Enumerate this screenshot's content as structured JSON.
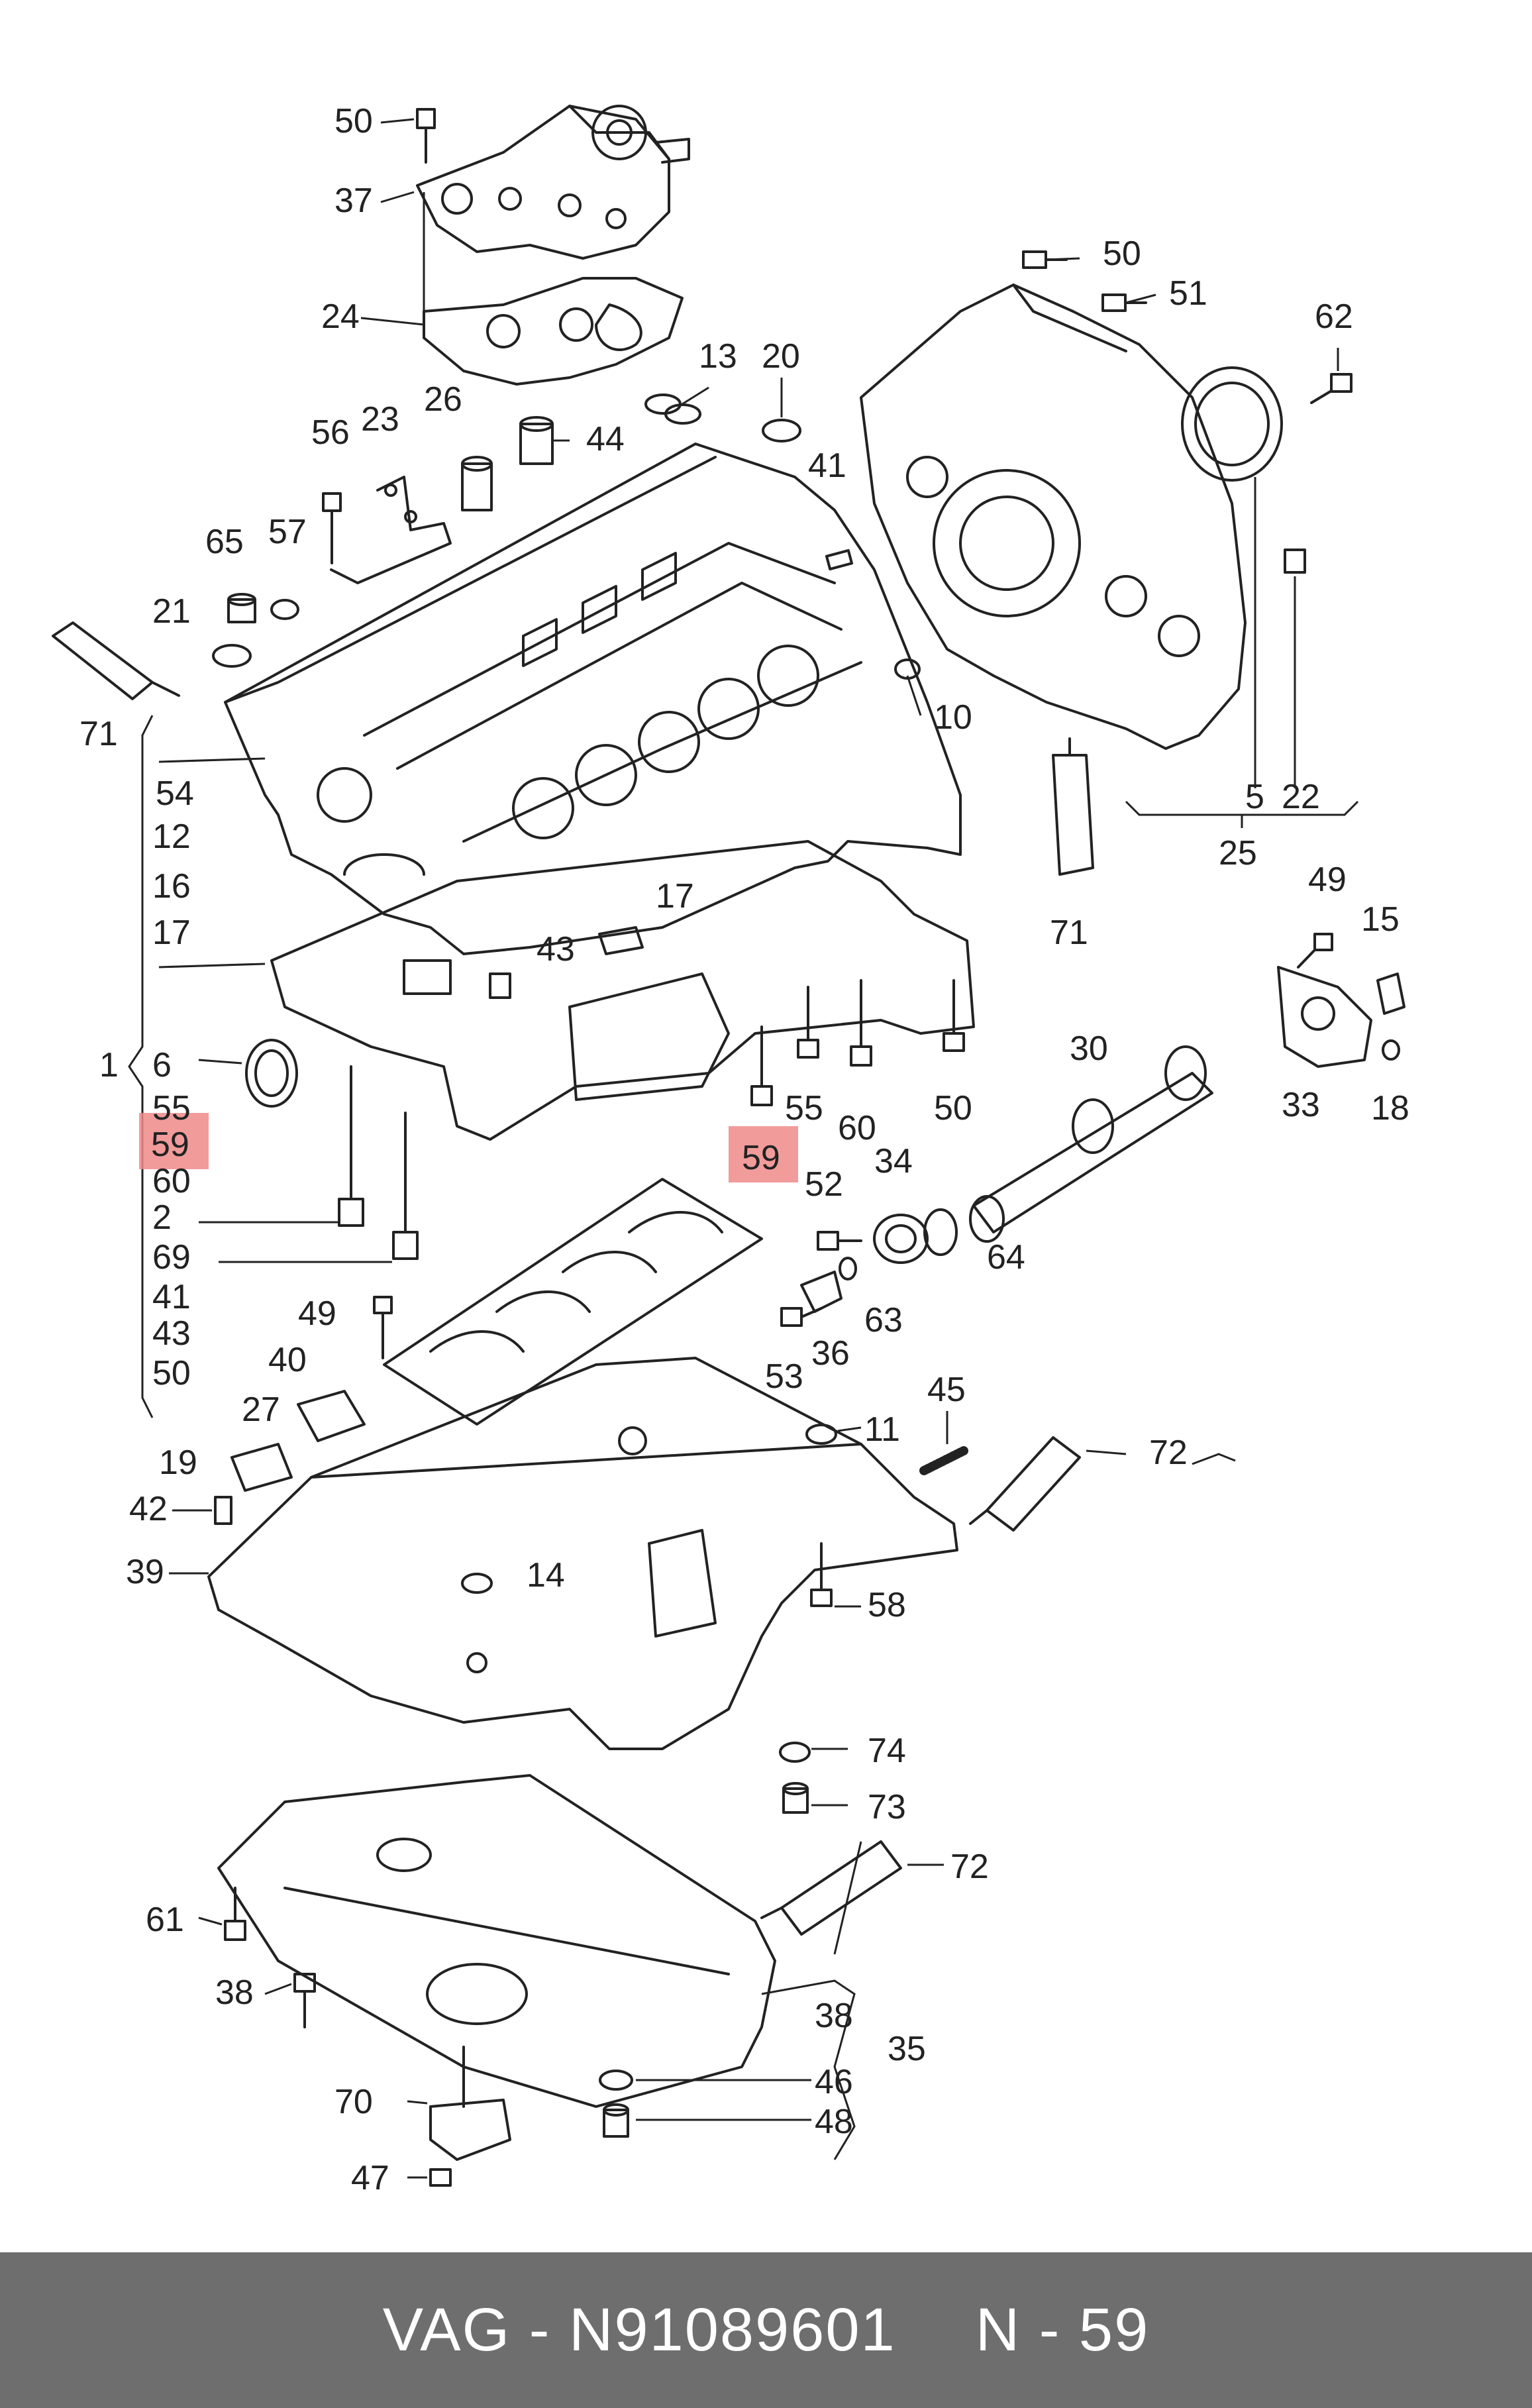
{
  "caption": {
    "brand": "VAG",
    "separator": "-",
    "part_number": "N91089601",
    "ref": "N - 59"
  },
  "highlight_color": "#f08a8a",
  "labels": [
    {
      "id": "l50a",
      "text": "50"
    },
    {
      "id": "l37",
      "text": "37"
    },
    {
      "id": "l24",
      "text": "24"
    },
    {
      "id": "l13",
      "text": "13"
    },
    {
      "id": "l20",
      "text": "20"
    },
    {
      "id": "l26",
      "text": "26"
    },
    {
      "id": "l44",
      "text": "44"
    },
    {
      "id": "l23",
      "text": "23"
    },
    {
      "id": "l56",
      "text": "56"
    },
    {
      "id": "l65",
      "text": "65"
    },
    {
      "id": "l57",
      "text": "57"
    },
    {
      "id": "l21",
      "text": "21"
    },
    {
      "id": "l71a",
      "text": "71"
    },
    {
      "id": "l41a",
      "text": "41"
    },
    {
      "id": "l50b",
      "text": "50"
    },
    {
      "id": "l51",
      "text": "51"
    },
    {
      "id": "l62",
      "text": "62"
    },
    {
      "id": "l10",
      "text": "10"
    },
    {
      "id": "l5",
      "text": "5"
    },
    {
      "id": "l22",
      "text": "22"
    },
    {
      "id": "l25",
      "text": "25"
    },
    {
      "id": "l71b",
      "text": "71"
    },
    {
      "id": "l54",
      "text": "54"
    },
    {
      "id": "l12",
      "text": "12"
    },
    {
      "id": "l16",
      "text": "16"
    },
    {
      "id": "l17a",
      "text": "17"
    },
    {
      "id": "l17b",
      "text": "17"
    },
    {
      "id": "l43a",
      "text": "43"
    },
    {
      "id": "l49a",
      "text": "49"
    },
    {
      "id": "l15",
      "text": "15"
    },
    {
      "id": "l1",
      "text": "1"
    },
    {
      "id": "l6",
      "text": "6"
    },
    {
      "id": "l55a",
      "text": "55"
    },
    {
      "id": "l59a",
      "text": "59"
    },
    {
      "id": "l60a",
      "text": "60"
    },
    {
      "id": "l2",
      "text": "2"
    },
    {
      "id": "l69",
      "text": "69"
    },
    {
      "id": "l41b",
      "text": "41"
    },
    {
      "id": "l43b",
      "text": "43"
    },
    {
      "id": "l50c",
      "text": "50"
    },
    {
      "id": "l55b",
      "text": "55"
    },
    {
      "id": "l60b",
      "text": "60"
    },
    {
      "id": "l50d",
      "text": "50"
    },
    {
      "id": "l59b",
      "text": "59"
    },
    {
      "id": "l30",
      "text": "30"
    },
    {
      "id": "l33",
      "text": "33"
    },
    {
      "id": "l18",
      "text": "18"
    },
    {
      "id": "l52",
      "text": "52"
    },
    {
      "id": "l34",
      "text": "34"
    },
    {
      "id": "l64",
      "text": "64"
    },
    {
      "id": "l63",
      "text": "63"
    },
    {
      "id": "l36",
      "text": "36"
    },
    {
      "id": "l53",
      "text": "53"
    },
    {
      "id": "l49b",
      "text": "49"
    },
    {
      "id": "l40",
      "text": "40"
    },
    {
      "id": "l27",
      "text": "27"
    },
    {
      "id": "l45",
      "text": "45"
    },
    {
      "id": "l11",
      "text": "11"
    },
    {
      "id": "l19",
      "text": "19"
    },
    {
      "id": "l72a",
      "text": "72"
    },
    {
      "id": "l42",
      "text": "42"
    },
    {
      "id": "l39",
      "text": "39"
    },
    {
      "id": "l14",
      "text": "14"
    },
    {
      "id": "l58",
      "text": "58"
    },
    {
      "id": "l74",
      "text": "74"
    },
    {
      "id": "l73",
      "text": "73"
    },
    {
      "id": "l72b",
      "text": "72"
    },
    {
      "id": "l61",
      "text": "61"
    },
    {
      "id": "l38a",
      "text": "38"
    },
    {
      "id": "l38b",
      "text": "38"
    },
    {
      "id": "l35",
      "text": "35"
    },
    {
      "id": "l70",
      "text": "70"
    },
    {
      "id": "l46",
      "text": "46"
    },
    {
      "id": "l47",
      "text": "47"
    },
    {
      "id": "l48",
      "text": "48"
    }
  ]
}
